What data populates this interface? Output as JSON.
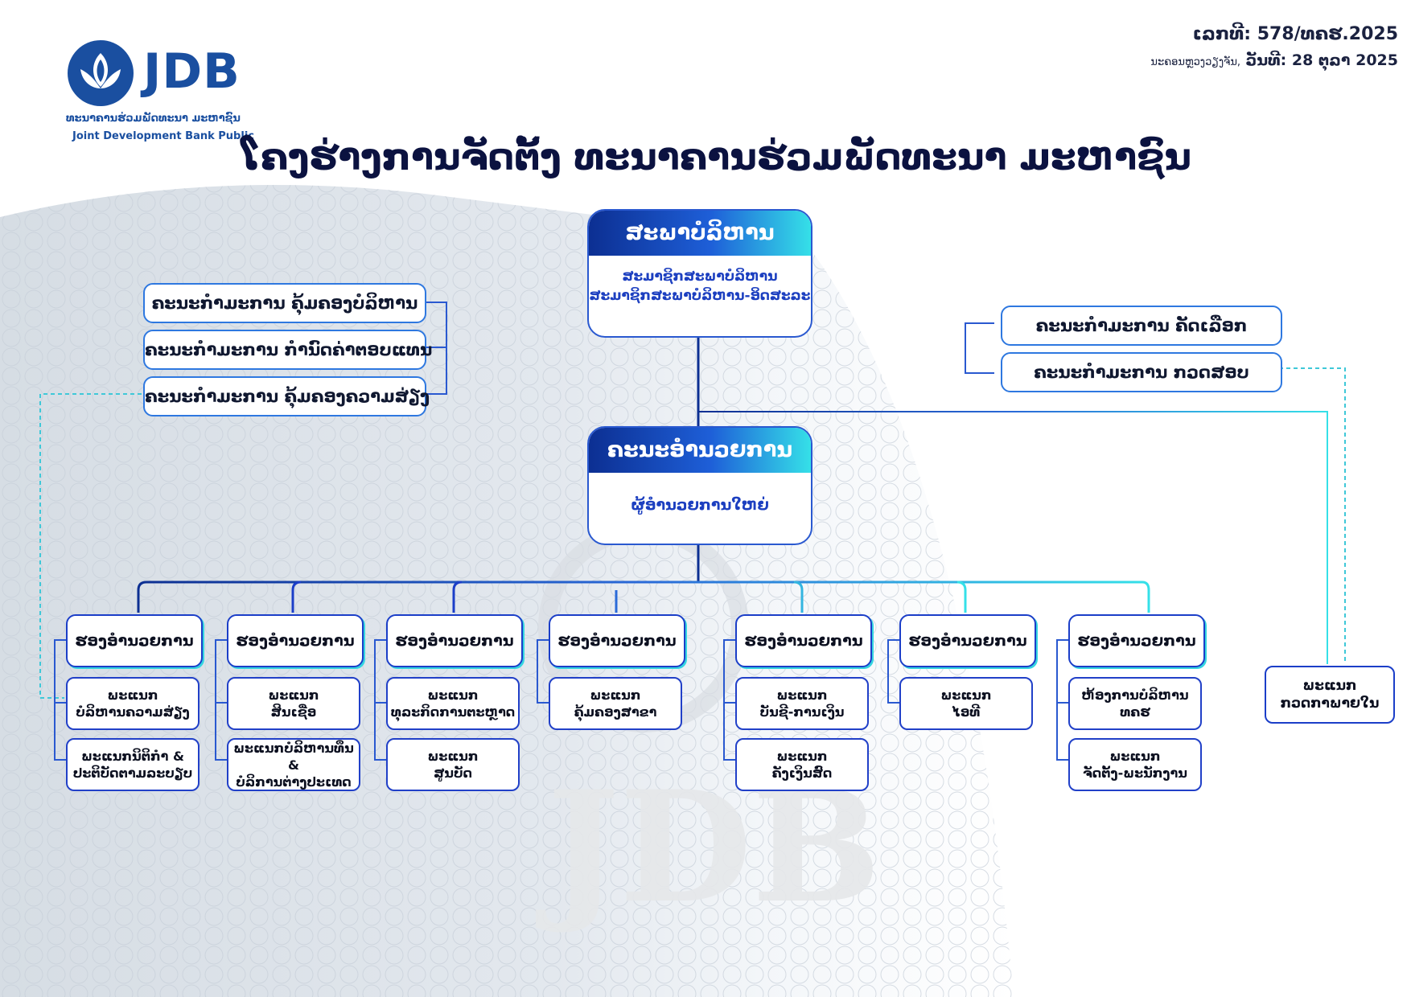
{
  "header": {
    "logo_text": "JDB",
    "logo_lao": "ທະນາຄານຮ່ວມພັດທະນາ ມະຫາຊົນ",
    "logo_en": "Joint Development Bank Public",
    "doc_number": "ເລກທີ: 578/ທຄຮ.2025",
    "doc_place": "ນະຄອນຫຼວງວຽງຈັນ,",
    "doc_date": "ວັນທີ: 28 ຕຸລາ 2025",
    "title": "ໂຄງຮ່າງການຈັດຕັ້ງ ທະນາຄານຮ່ວມພັດທະນາ ມະຫາຊົນ"
  },
  "board": {
    "title": "ສະພາບໍລິຫານ",
    "line1": "ສະມາຊິກສະພາບໍລິຫານ",
    "line2": "ສະມາຊິກສະພາບໍລິຫານ-ອິດສະລະ"
  },
  "left_committees": [
    "ຄະນະກຳມະການ ຄຸ້ມຄອງບໍລິຫານ",
    "ຄະນະກຳມະການ ກຳນົດຄ່າຕອບແທນ",
    "ຄະນະກຳມະການ ຄຸ້ມຄອງຄວາມສ່ຽງ"
  ],
  "right_committees": [
    "ຄະນະກຳມະການ ຄັດເລືອກ",
    "ຄະນະກຳມະການ ກວດສອບ"
  ],
  "exec": {
    "title": "ຄະນະອຳນວຍການ",
    "line1": "ຜູ້ອຳນວຍການໃຫຍ່"
  },
  "deputies": [
    {
      "label": "ຮອງອຳນວຍການ",
      "depts": [
        [
          "ພະແນກ",
          "ບໍລິຫານຄວາມສ່ຽງ"
        ],
        [
          "ພະແນກນິຕິກຳ &",
          "ປະຕິບັດຕາມລະບຽບ"
        ]
      ]
    },
    {
      "label": "ຮອງອຳນວຍການ",
      "depts": [
        [
          "ພະແນກ",
          "ສິນເຊື່ອ"
        ],
        [
          "ພະແນກບໍລິຫານທຶນ &",
          "ບໍລິການຕ່າງປະເທດ"
        ]
      ]
    },
    {
      "label": "ຮອງອຳນວຍການ",
      "depts": [
        [
          "ພະແນກ",
          "ທຸລະກິດການຕະຫຼາດ"
        ],
        [
          "ພະແນກ",
          "ສູນບັດ"
        ]
      ]
    },
    {
      "label": "ຮອງອຳນວຍການ",
      "depts": [
        [
          "ພະແນກ",
          "ຄຸ້ມຄອງສາຂາ"
        ]
      ]
    },
    {
      "label": "ຮອງອຳນວຍການ",
      "depts": [
        [
          "ພະແນກ",
          "ບັນຊີ-ການເງິນ"
        ],
        [
          "ພະແນກ",
          "ຄັງເງິນສົດ"
        ]
      ]
    },
    {
      "label": "ຮອງອຳນວຍການ",
      "depts": [
        [
          "ພະແນກ",
          "ໄອທີ"
        ]
      ]
    },
    {
      "label": "ຮອງອຳນວຍການ",
      "depts": [
        [
          "ຫ້ອງການບໍລິຫານ",
          "ທຄຮ"
        ],
        [
          "ພະແນກ",
          "ຈັດຕັ້ງ-ພະນັກງານ"
        ]
      ]
    }
  ],
  "internal_audit": [
    "ພະແນກ",
    "ກວດກາພາຍໃນ"
  ],
  "colors": {
    "navy": "#0c2f92",
    "blue": "#2a59d0",
    "cyan": "#35e0e8"
  }
}
